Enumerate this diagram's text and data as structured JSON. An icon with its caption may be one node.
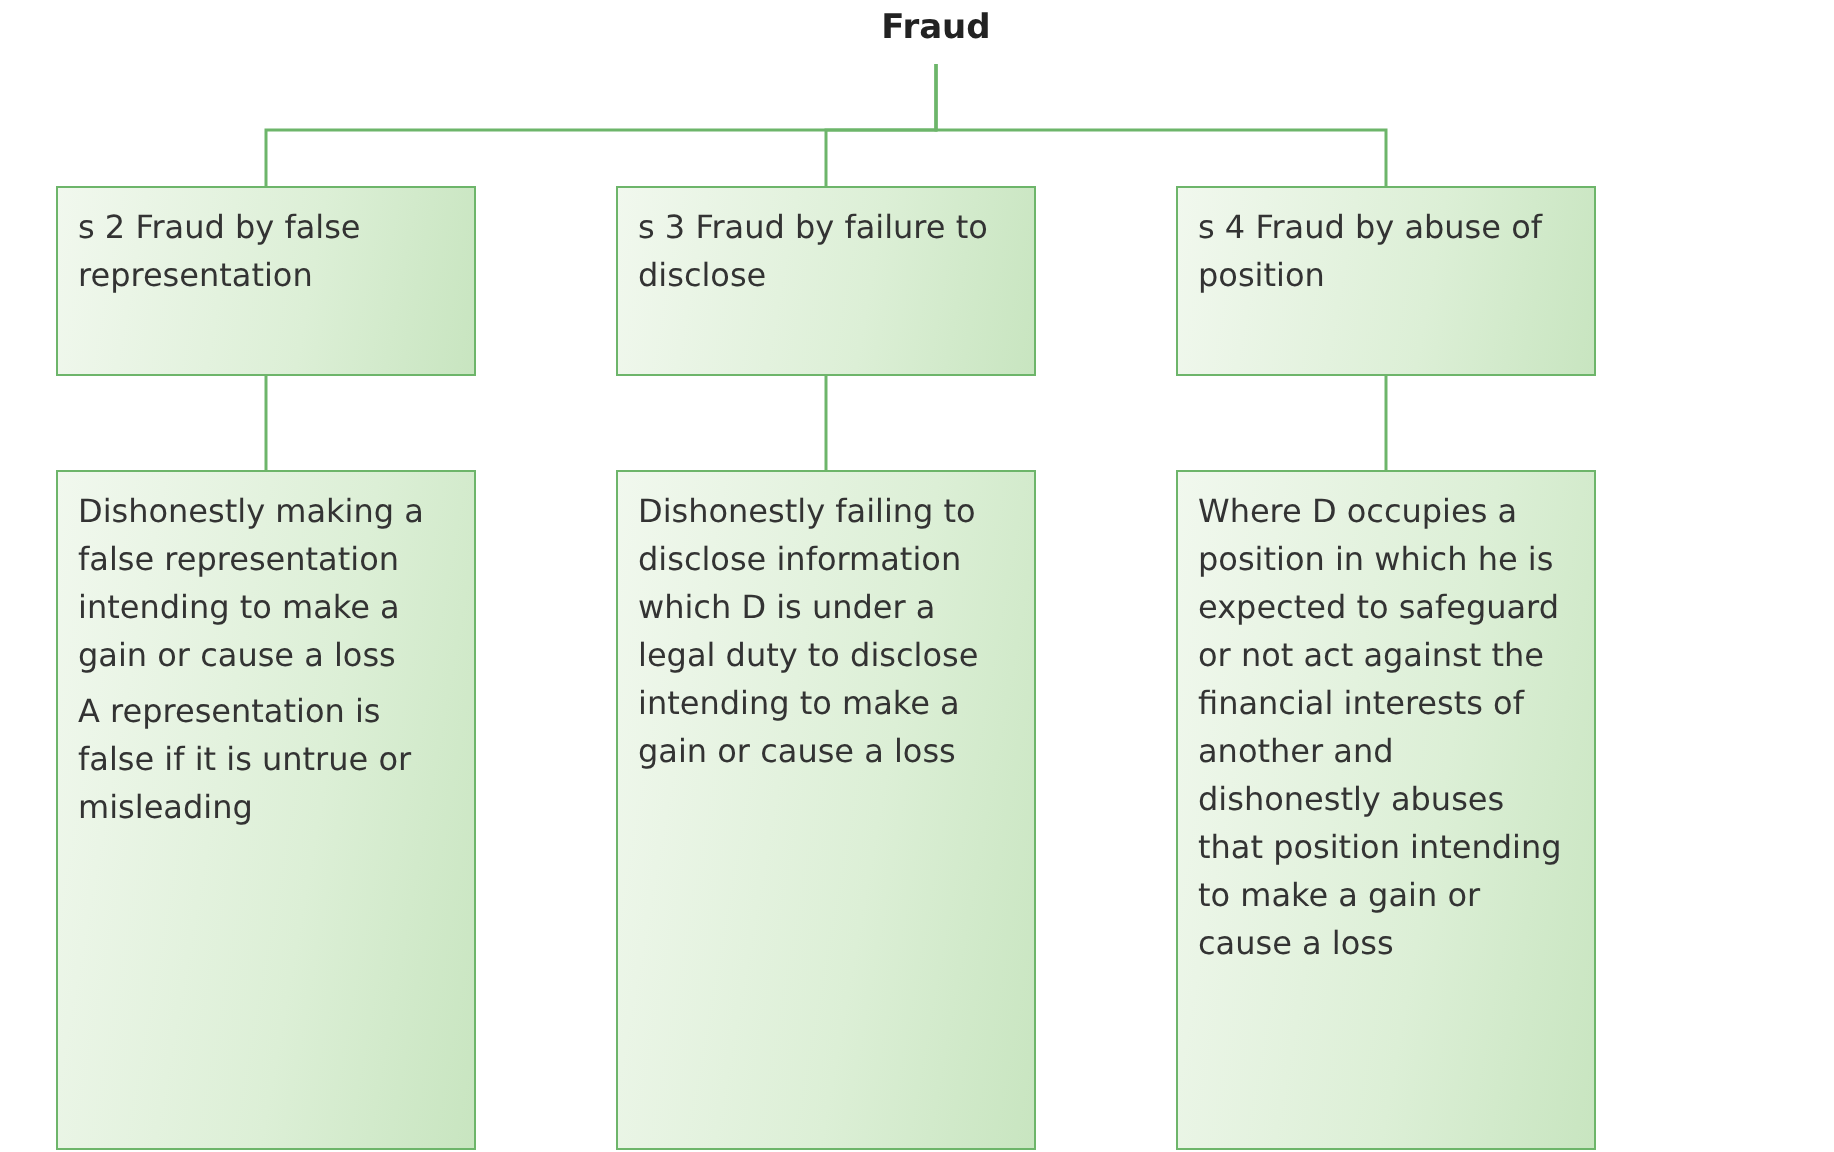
{
  "diagram": {
    "nodes": [
      {
        "text": [
          "Fraud"
        ]
      },
      {
        "text": [
          "s 2 Fraud by false representation"
        ]
      },
      {
        "text": [
          "s 3 Fraud by failure to disclose"
        ]
      },
      {
        "text": [
          "s 4 Fraud by abuse of position"
        ]
      },
      {
        "text": [
          "Dishonestly making a false representation intending to make a gain or cause a loss",
          "A representation is false if it is untrue or misleading"
        ]
      },
      {
        "text": [
          "Dishonestly failing to disclose information which D is under a legal duty to disclose intending to make a gain or cause a loss"
        ]
      },
      {
        "text": [
          "Where D occupies a position in which he is expected to safeguard or not act against the financial interests of another and dishonestly abuses that position intending to make a gain or cause a loss"
        ]
      }
    ],
    "edges": [
      {
        "from": 0,
        "to": 1,
        "arrow": "none"
      },
      {
        "from": 0,
        "to": 2,
        "arrow": "none"
      },
      {
        "from": 0,
        "to": 3,
        "arrow": "none"
      },
      {
        "from": 1,
        "to": 4,
        "arrow": "none"
      },
      {
        "from": 2,
        "to": 5,
        "arrow": "none"
      },
      {
        "from": 3,
        "to": 6,
        "arrow": "none"
      }
    ]
  }
}
